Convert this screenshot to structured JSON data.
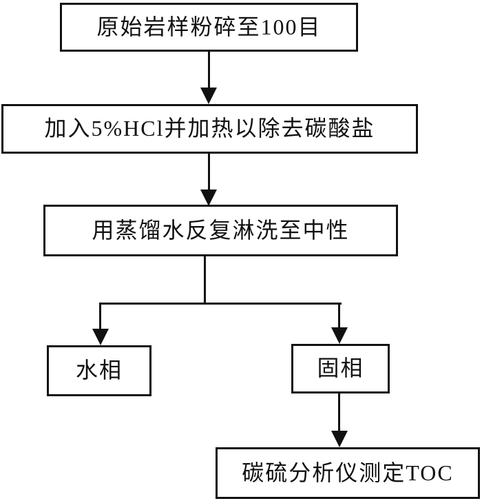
{
  "colors": {
    "background": "#ffffff",
    "line": "#111111",
    "text": "#111111"
  },
  "flowchart": {
    "nodes": [
      {
        "id": "crush",
        "label": "原始岩样粉碎至100目"
      },
      {
        "id": "add-hcl",
        "label": "加入5%HCl并加热以除去碳酸盐"
      },
      {
        "id": "rinse",
        "label": "用蒸馏水反复淋洗至中性"
      },
      {
        "id": "water-phase",
        "label": "水相"
      },
      {
        "id": "solid-phase",
        "label": "固相"
      },
      {
        "id": "measure-toc",
        "label": "碳硫分析仪测定TOC"
      }
    ],
    "edges": [
      {
        "from": "crush",
        "to": "add-hcl"
      },
      {
        "from": "add-hcl",
        "to": "rinse"
      },
      {
        "from": "rinse",
        "to": "water-phase"
      },
      {
        "from": "rinse",
        "to": "solid-phase"
      },
      {
        "from": "solid-phase",
        "to": "measure-toc"
      }
    ]
  }
}
